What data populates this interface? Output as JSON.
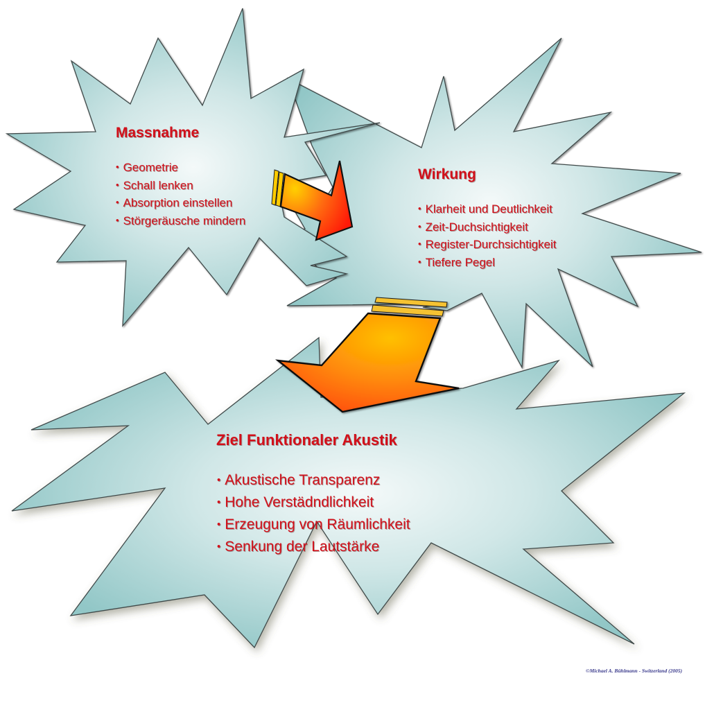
{
  "diagram": {
    "colors": {
      "star_fill_center": "#f2f8f8",
      "star_fill_edge": "#8fc6c6",
      "star_outline": "#3f4a4a",
      "text": "#d2101a",
      "arrow_start": "#ffc800",
      "arrow_end": "#ff2a10",
      "copyright": "#3a3a8c"
    },
    "massnahme": {
      "title": "Massnahme",
      "items": [
        "Geometrie",
        "Schall lenken",
        "Absorption einstellen",
        "Störgeräusche mindern"
      ]
    },
    "wirkung": {
      "title": "Wirkung",
      "items": [
        "Klarheit und Deutlichkeit",
        "Zeit-Duchsichtigkeit",
        "Register-Durchsichtigkeit",
        "Tiefere Pegel"
      ]
    },
    "ziel": {
      "title": "Ziel Funktionaler Akustik",
      "items": [
        "Akustische Transparenz",
        "Hohe Verstädndlichkeit",
        "Erzeugung von Räumlichkeit",
        "Senkung der Lautstärke"
      ]
    },
    "arrows": [
      {
        "from": "Massnahme",
        "to": "Wirkung",
        "icon": "arrow-right-icon"
      },
      {
        "from": "Wirkung",
        "to": "Ziel Funktionaler Akustik",
        "icon": "arrow-down-icon"
      }
    ],
    "copyright": "©Michael A. Bühlmann - Switzerland (2005)"
  }
}
